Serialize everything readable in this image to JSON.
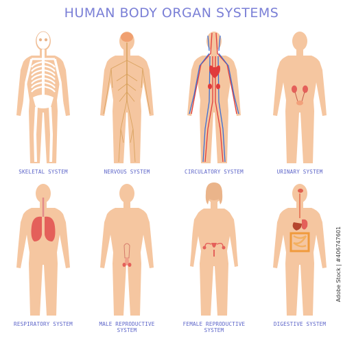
{
  "title": "HUMAN BODY ORGAN SYSTEMS",
  "colors": {
    "title": "#7a7fd6",
    "label": "#5b63c8",
    "skin": "#f5c6a0",
    "skin_shade": "#eab48a",
    "bone": "#ffffff",
    "nerve": "#d9a25e",
    "artery": "#e03b3b",
    "vein": "#3b6fd4",
    "organ": "#e4605a",
    "gut": "#f09a3c"
  },
  "systems": [
    {
      "id": "skeletal",
      "label": "SKELETAL SYSTEM",
      "icon": "skeleton-figure-icon"
    },
    {
      "id": "nervous",
      "label": "NERVOUS SYSTEM",
      "icon": "nerve-figure-icon"
    },
    {
      "id": "circulatory",
      "label": "CIRCULATORY SYSTEM",
      "icon": "blood-vessel-figure-icon"
    },
    {
      "id": "urinary",
      "label": "URINARY SYSTEM",
      "icon": "kidney-figure-icon"
    },
    {
      "id": "respiratory",
      "label": "RESPIRATORY SYSTEM",
      "icon": "lungs-figure-icon"
    },
    {
      "id": "male-reproductive",
      "label": "MALE REPRODUCTIVE SYSTEM",
      "label_lines": [
        "MALE REPRODUCTIVE",
        "SYSTEM"
      ],
      "icon": "male-reproductive-figure-icon"
    },
    {
      "id": "female-reproductive",
      "label": "FEMALE REPRODUCTIVE SYSTEM",
      "label_lines": [
        "FEMALE REPRODUCTIVE",
        "SYSTEM"
      ],
      "icon": "female-reproductive-figure-icon"
    },
    {
      "id": "digestive",
      "label": "DIGESTIVE SYSTEM",
      "icon": "digestive-figure-icon"
    }
  ],
  "watermark": "Adobe Stock | #406747601"
}
